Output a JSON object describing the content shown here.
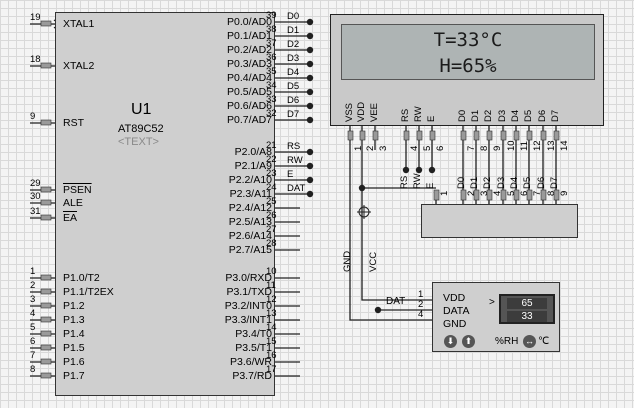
{
  "mcu": {
    "ref": "U1",
    "part": "AT89C52",
    "text": "<TEXT>",
    "left_pins": [
      {
        "num": "19",
        "name": "XTAL1"
      },
      {
        "num": "18",
        "name": "XTAL2"
      },
      {
        "num": "9",
        "name": "RST"
      },
      {
        "num": "29",
        "name": "PSEN"
      },
      {
        "num": "30",
        "name": "ALE"
      },
      {
        "num": "31",
        "name": "EA"
      },
      {
        "num": "1",
        "name": "P1.0/T2"
      },
      {
        "num": "2",
        "name": "P1.1/T2EX"
      },
      {
        "num": "3",
        "name": "P1.2"
      },
      {
        "num": "4",
        "name": "P1.3"
      },
      {
        "num": "5",
        "name": "P1.4"
      },
      {
        "num": "6",
        "name": "P1.5"
      },
      {
        "num": "7",
        "name": "P1.6"
      },
      {
        "num": "8",
        "name": "P1.7"
      }
    ],
    "right_pins": [
      {
        "num": "39",
        "name": "P0.0/AD0",
        "net": "D0"
      },
      {
        "num": "38",
        "name": "P0.1/AD1",
        "net": "D1"
      },
      {
        "num": "37",
        "name": "P0.2/AD2",
        "net": "D2"
      },
      {
        "num": "36",
        "name": "P0.3/AD3",
        "net": "D3"
      },
      {
        "num": "35",
        "name": "P0.4/AD4",
        "net": "D4"
      },
      {
        "num": "34",
        "name": "P0.5/AD5",
        "net": "D5"
      },
      {
        "num": "33",
        "name": "P0.6/AD6",
        "net": "D6"
      },
      {
        "num": "32",
        "name": "P0.7/AD7",
        "net": "D7"
      },
      {
        "num": "21",
        "name": "P2.0/A8",
        "net": "RS"
      },
      {
        "num": "22",
        "name": "P2.1/A9",
        "net": "RW"
      },
      {
        "num": "23",
        "name": "P2.2/A10",
        "net": "E"
      },
      {
        "num": "24",
        "name": "P2.3/A11",
        "net": "DAT"
      },
      {
        "num": "25",
        "name": "P2.4/A12",
        "net": ""
      },
      {
        "num": "26",
        "name": "P2.5/A13",
        "net": ""
      },
      {
        "num": "27",
        "name": "P2.6/A14",
        "net": ""
      },
      {
        "num": "28",
        "name": "P2.7/A15",
        "net": ""
      },
      {
        "num": "10",
        "name": "P3.0/RXD",
        "net": ""
      },
      {
        "num": "11",
        "name": "P3.1/TXD",
        "net": ""
      },
      {
        "num": "12",
        "name": "P3.2/INT0",
        "net": ""
      },
      {
        "num": "13",
        "name": "P3.3/INT1",
        "net": ""
      },
      {
        "num": "14",
        "name": "P3.4/T0",
        "net": ""
      },
      {
        "num": "15",
        "name": "P3.5/T1",
        "net": ""
      },
      {
        "num": "16",
        "name": "P3.6/WR",
        "net": ""
      },
      {
        "num": "17",
        "name": "P3.7/RD",
        "net": ""
      }
    ]
  },
  "lcd": {
    "line1": "T=33°C",
    "line2": "H=65%",
    "pins": [
      {
        "label": "VSS",
        "num": "1",
        "net": ""
      },
      {
        "label": "VDD",
        "num": "2",
        "net": ""
      },
      {
        "label": "VEE",
        "num": "3",
        "net": ""
      },
      {
        "label": "RS",
        "num": "4",
        "net": "RS"
      },
      {
        "label": "RW",
        "num": "5",
        "net": "RW"
      },
      {
        "label": "E",
        "num": "6",
        "net": "E"
      },
      {
        "label": "D0",
        "num": "7",
        "net": "D0"
      },
      {
        "label": "D1",
        "num": "8",
        "net": "D1"
      },
      {
        "label": "D2",
        "num": "9",
        "net": "D2"
      },
      {
        "label": "D3",
        "num": "10",
        "net": "D3"
      },
      {
        "label": "D4",
        "num": "11",
        "net": "D4"
      },
      {
        "label": "D5",
        "num": "12",
        "net": "D5"
      },
      {
        "label": "D6",
        "num": "13",
        "net": "D6"
      },
      {
        "label": "D7",
        "num": "14",
        "net": "D7"
      }
    ]
  },
  "resistor_pack": {
    "pins": [
      "1",
      "2",
      "3",
      "4",
      "5",
      "6",
      "7",
      "8",
      "9"
    ]
  },
  "nets": {
    "gnd": "GND",
    "vcc": "VCC",
    "dat": "DAT"
  },
  "sensor": {
    "pins": [
      {
        "num": "1",
        "name": "VDD"
      },
      {
        "num": "2",
        "name": "DATA"
      },
      {
        "num": "4",
        "name": "GND"
      }
    ],
    "value_top": "65",
    "value_bottom": "33",
    "arrow": ">",
    "unit_label": "%RH",
    "suffix": "℃",
    "button_down": "⬇",
    "button_up": "⬆"
  }
}
